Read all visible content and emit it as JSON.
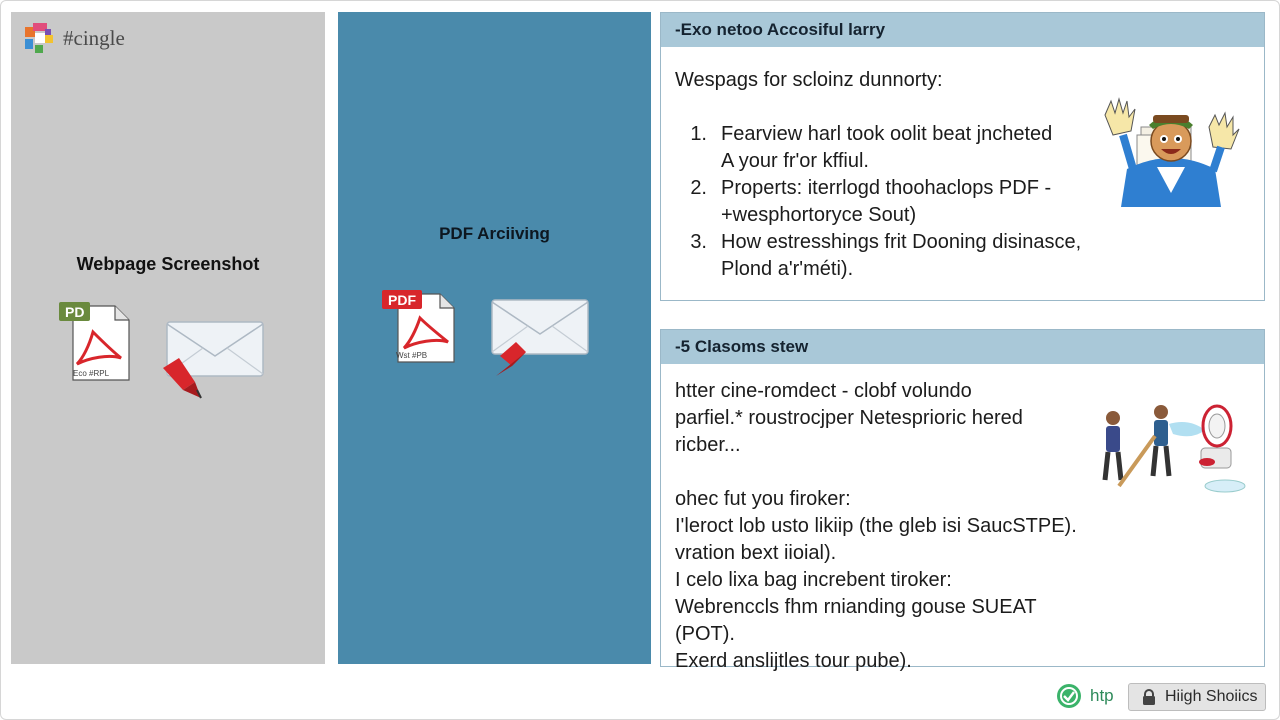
{
  "colors": {
    "left_panel": "#c9c9c9",
    "mid_panel": "#4a8aab",
    "card_header": "#a9c8d8",
    "pdf_red": "#d8262b",
    "pdf_green_tag": "#6a8a3e"
  },
  "logo": {
    "text": "#cingle",
    "icon": "colorful-logo-icon"
  },
  "left_panel": {
    "title": "Webpage Screenshot",
    "pdf_tag": "PD",
    "pdf_caption": "Eco #RPL",
    "icons": [
      "pdf-file-icon",
      "envelope-icon",
      "red-pen-icon"
    ]
  },
  "mid_panel": {
    "title": "PDF Arciiving",
    "pdf_tag": "PDF",
    "pdf_caption": "Wst #PB",
    "icons": [
      "pdf-file-icon",
      "envelope-icon",
      "red-pen-icon"
    ]
  },
  "card_top": {
    "header": "-Exo netoo Accosiful larry",
    "intro": "Wespags for scloinz dunnorty:",
    "steps": [
      {
        "num": "1.",
        "line1": "Fearview harl took oolit beat jncheted",
        "line2": "A your fr'or kffiul."
      },
      {
        "num": "2.",
        "line1": "Properts: iterrlogd thoohaclops PDF -",
        "line2": "+wesphortoryce Sout)"
      },
      {
        "num": "3.",
        "line1": "How estresshings frit Dooning disinasce,",
        "line2": "Plond a'r'méti)."
      }
    ],
    "illustration": "cartoon-character-icon"
  },
  "card_bottom": {
    "header": "-5 Clasoms stew",
    "para1": [
      "htter cine-romdect - clobf volundo",
      "parfiel.* roustrocjper Netesprioric hered",
      "ricber..."
    ],
    "para2": [
      "ohec fut you firoker:",
      "I'leroct lob usto likiip (the gleb isi SaucSTPE).",
      "vration bext iioial).",
      "I celo lixa bag increbent tiroker:",
      "Webrenccls fhm rnianding gouse SUEAT (POT).",
      "Exerd anslijtles tour pube)."
    ],
    "illustration": "people-cleaning-icon"
  },
  "footer": {
    "link_label": "htp",
    "link_icon": "check-circle-icon",
    "button_label": "Hiigh Shoiics",
    "button_icon": "lock-icon"
  }
}
